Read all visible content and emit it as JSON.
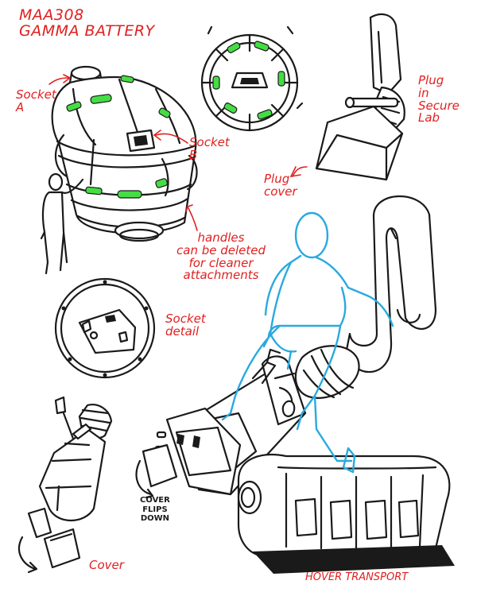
{
  "title": "MAA308\nGAMMA BATTERY",
  "labels": {
    "socket_a": "Socket\nA",
    "socket_b": "Socket\nB",
    "plug_secure_lab": "Plug\nin\nSecure\nLab",
    "plug_cover": "Plug\ncover",
    "handles_note": "handles\ncan be deleted\nfor cleaner\nattachments",
    "socket_detail": "Socket\ndetail",
    "cover_flips_down": "COVER\nFLIPS\nDOWN",
    "cover": "Cover",
    "hover_transport": "HOVER TRANSPORT"
  },
  "colors": {
    "annotation": "#e02020",
    "glow_cells": "#44dd44",
    "figure_lines": "#29a9e0",
    "ink": "#1a1a1a"
  }
}
